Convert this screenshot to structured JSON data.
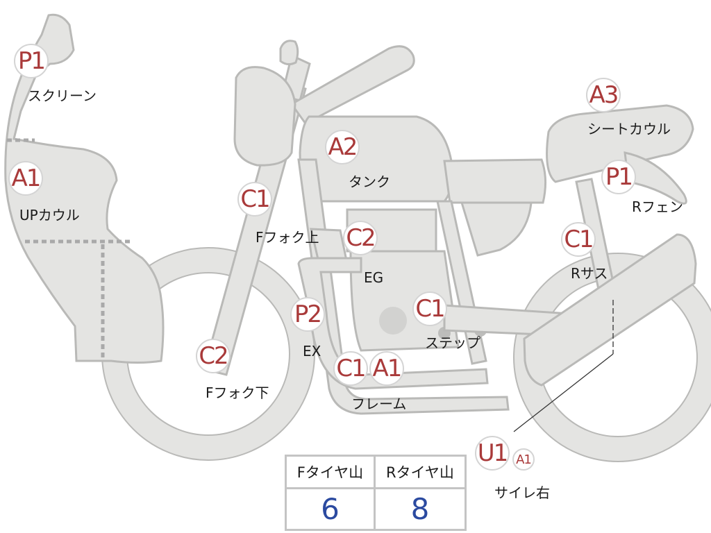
{
  "parts": [
    {
      "grade": "P1",
      "label": "スクリーン"
    },
    {
      "grade": "A1",
      "label": "UPカウル"
    },
    {
      "grade": "C1",
      "label": "Fフォク上"
    },
    {
      "grade": "C2",
      "label": "Fフォク下"
    },
    {
      "grade": "A2",
      "label": "タンク"
    },
    {
      "grade": "C2",
      "label": "EG"
    },
    {
      "grade": "P2",
      "label": "EX"
    },
    {
      "grade": "C1",
      "label": "ステップ"
    },
    {
      "grade": "C1",
      "label": ""
    },
    {
      "grade": "A1",
      "label": "フレーム"
    },
    {
      "grade": "A3",
      "label": "シートカウル"
    },
    {
      "grade": "P1",
      "label": "Rフェン"
    },
    {
      "grade": "C1",
      "label": "Rサス"
    },
    {
      "grade": "U1",
      "label": "サイレ右"
    },
    {
      "grade": "A1",
      "label": ""
    }
  ],
  "tire_table": {
    "headers": [
      "Fタイヤ山",
      "Rタイヤ山"
    ],
    "values": [
      "6",
      "8"
    ]
  }
}
